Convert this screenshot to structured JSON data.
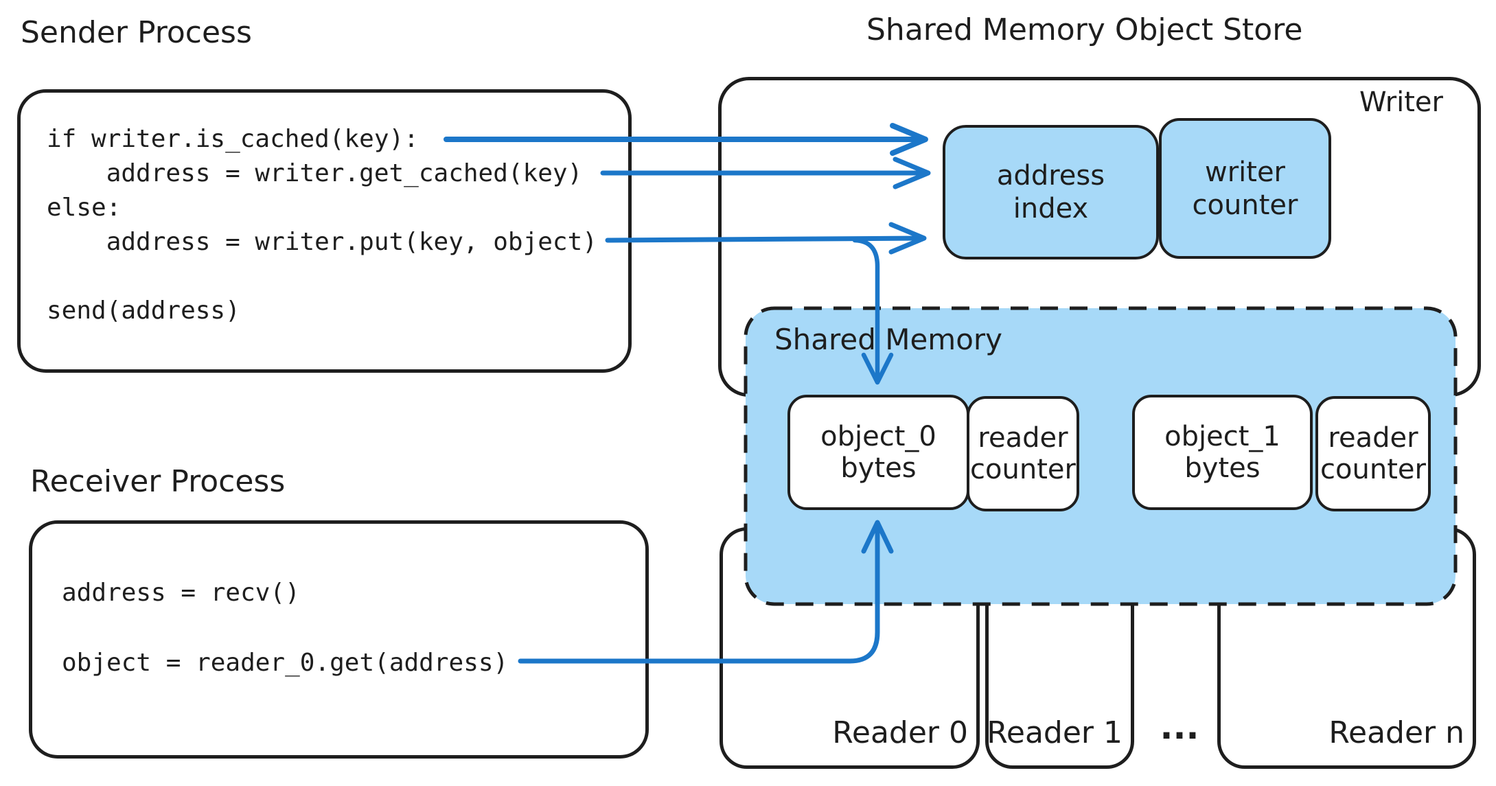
{
  "colors": {
    "ink": "#1e1e1e",
    "arrow_blue": "#1c77c9",
    "fill_blue": "#a7d9f8",
    "background": "#ffffff"
  },
  "sender": {
    "title": "Sender Process",
    "code": [
      "if writer.is_cached(key):",
      "    address = writer.get_cached(key)",
      "else:",
      "    address = writer.put(key, object)",
      "send(address)"
    ]
  },
  "receiver": {
    "title": "Receiver Process",
    "code": [
      "address = recv()",
      "object = reader_0.get(address)"
    ]
  },
  "store": {
    "title": "Shared Memory Object Store",
    "writer_label": "Writer",
    "address_index": {
      "line1": "address",
      "line2": "index"
    },
    "writer_counter": {
      "line1": "writer",
      "line2": "counter"
    },
    "shared_memory": {
      "label": "Shared Memory",
      "cells": [
        {
          "object": {
            "line1": "object_0",
            "line2": "bytes"
          },
          "counter": {
            "line1": "reader",
            "line2": "counter"
          }
        },
        {
          "object": {
            "line1": "object_1",
            "line2": "bytes"
          },
          "counter": {
            "line1": "reader",
            "line2": "counter"
          }
        }
      ]
    },
    "readers": [
      {
        "label": "Reader 0"
      },
      {
        "label": "Reader 1"
      },
      {
        "label": "Reader n"
      }
    ],
    "readers_ellipsis": "..."
  }
}
